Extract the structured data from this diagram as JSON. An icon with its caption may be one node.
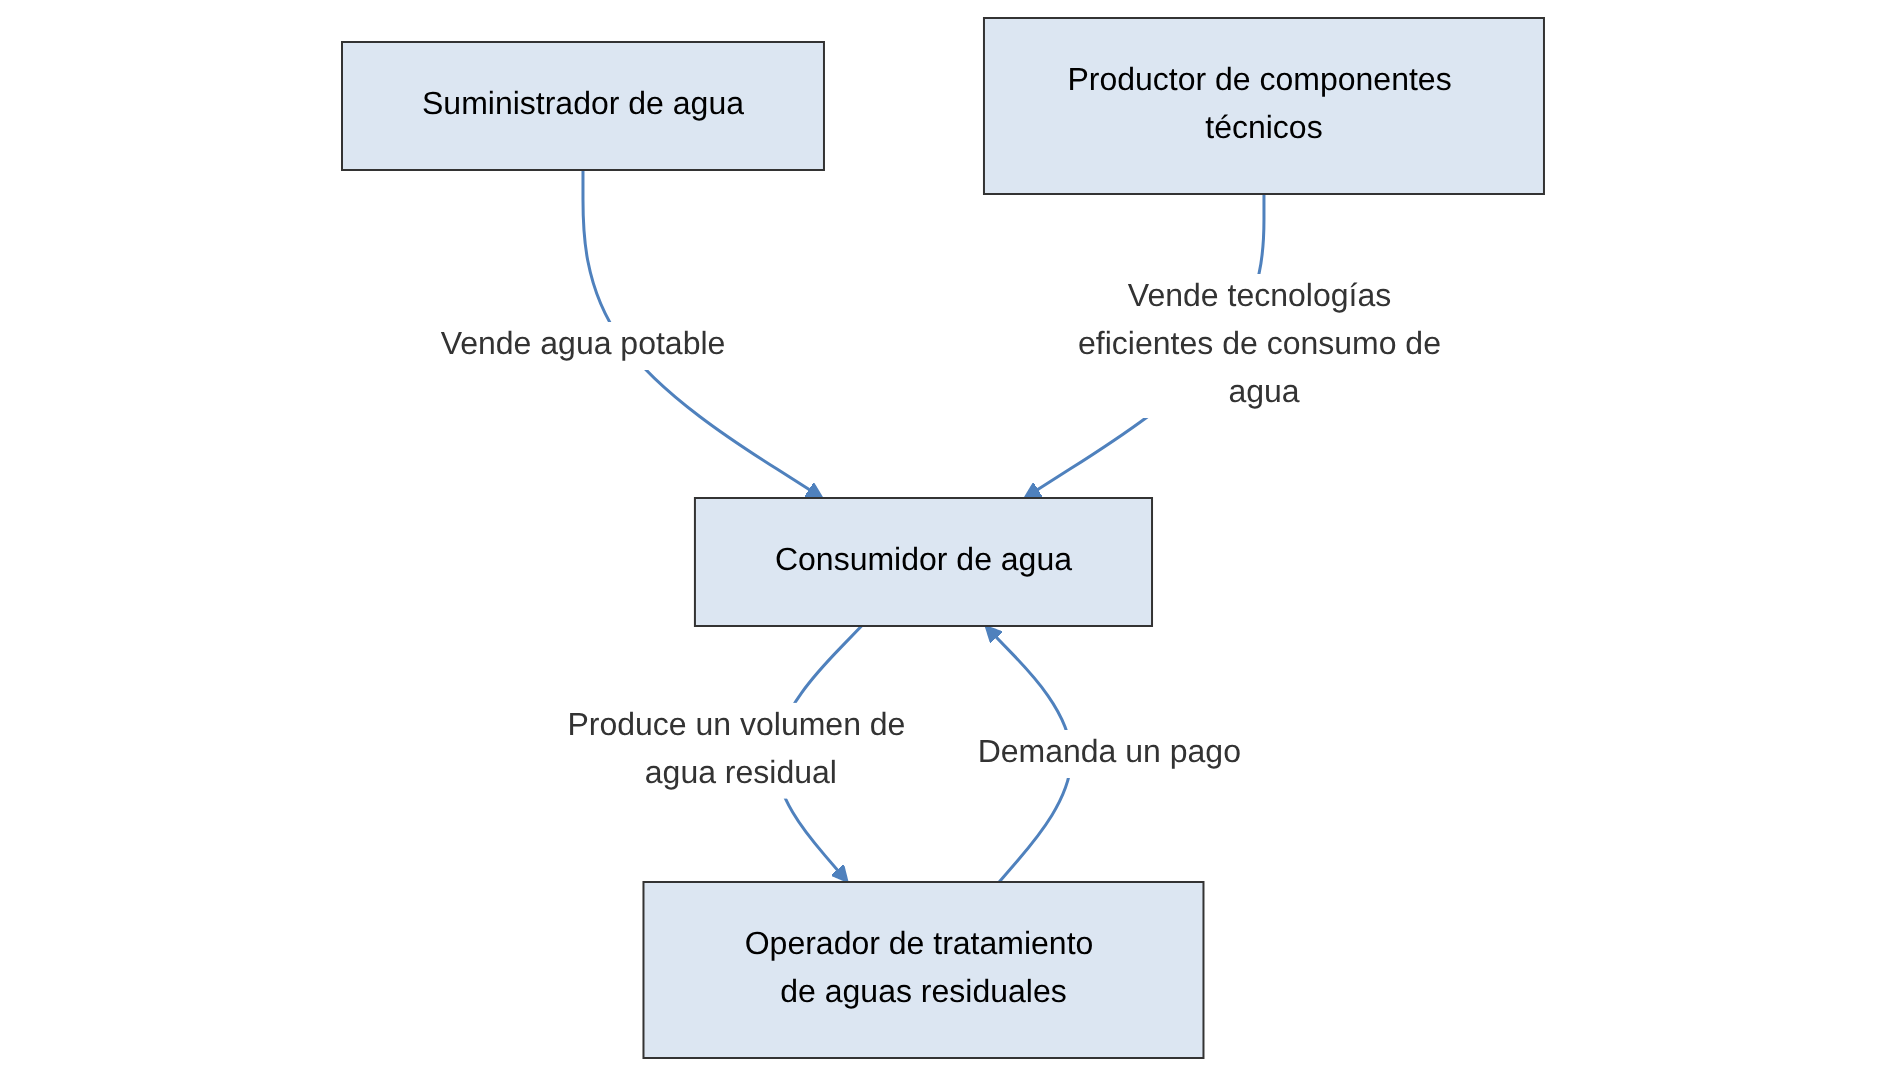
{
  "diagram": {
    "nodes": [
      {
        "text": [
          "Suministrador de agua"
        ]
      },
      {
        "text": [
          "Consumidor de agua"
        ]
      },
      {
        "text": [
          "Operador de tratamiento de aguas residuales"
        ]
      },
      {
        "text": [
          "Productor de componentes técnicos"
        ]
      }
    ],
    "edges": [
      {
        "from": 0,
        "to": 1,
        "arrow": "to",
        "label": "Vende agua potable"
      },
      {
        "from": 1,
        "to": 2,
        "arrow": "to",
        "label": "Produce un volumen de agua residual"
      },
      {
        "from": 2,
        "to": 1,
        "arrow": "to",
        "label": "Demanda un pago"
      },
      {
        "from": 3,
        "to": 1,
        "arrow": "to",
        "label": "Vende tecnologías eficientes de consumo de agua"
      }
    ]
  }
}
